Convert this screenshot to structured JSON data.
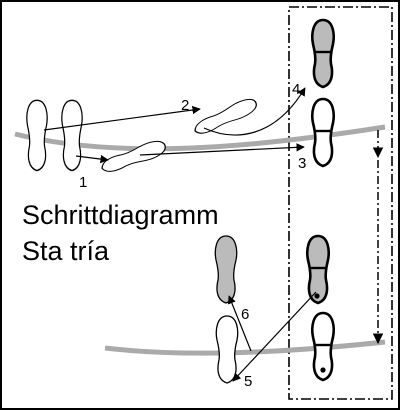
{
  "title": "Schrittdiagramm",
  "subtitle": "Sta tría",
  "steps": [
    {
      "label": "1"
    },
    {
      "label": "2"
    },
    {
      "label": "3"
    },
    {
      "label": "4"
    },
    {
      "label": "5"
    },
    {
      "label": "6"
    }
  ],
  "colors": {
    "outline": "#000000",
    "floor_line": "#aaaaaa",
    "shaded_foot": "#bbbbbb",
    "background": "#ffffff"
  }
}
